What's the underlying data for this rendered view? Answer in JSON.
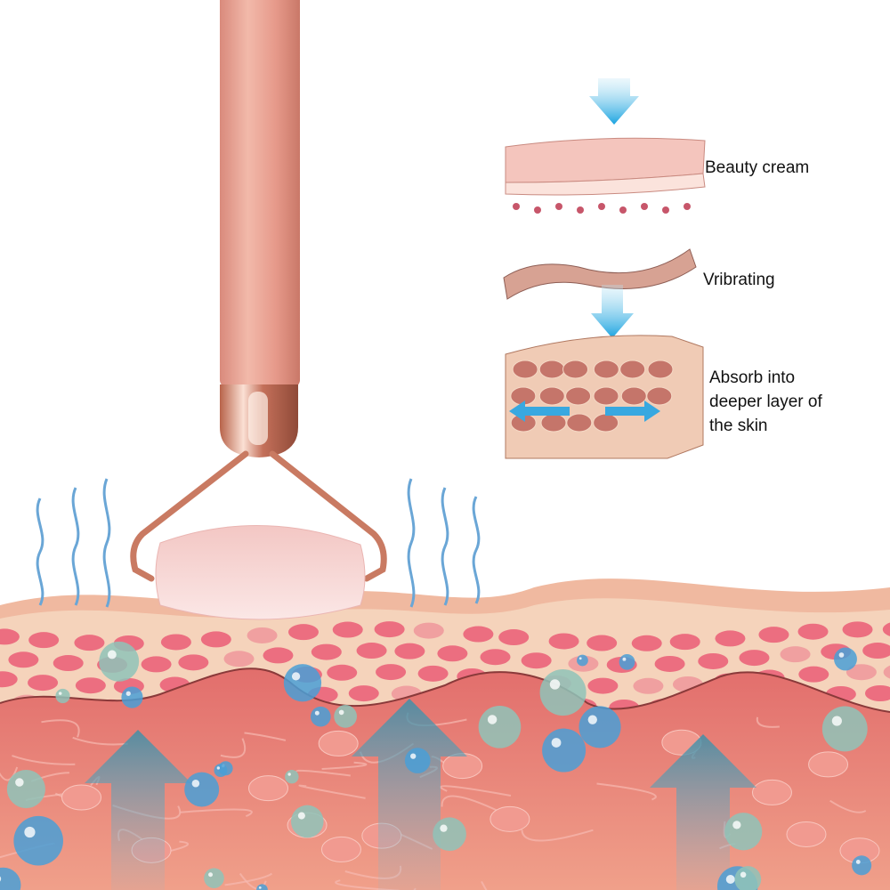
{
  "labels": {
    "step1": "Beauty cream",
    "step2": "Vribrating",
    "step3": "Absorb into deeper layer of the skin"
  },
  "colors": {
    "handle": "#e8a293",
    "rose_gold": "#d98a72",
    "stone": "#f6d3d0",
    "epidermis": "#f5d3bb",
    "cells": "#ec6e80",
    "dermis": "#e8857c",
    "waves": "#6aa6d6",
    "arrows": "#5aa6c8"
  }
}
